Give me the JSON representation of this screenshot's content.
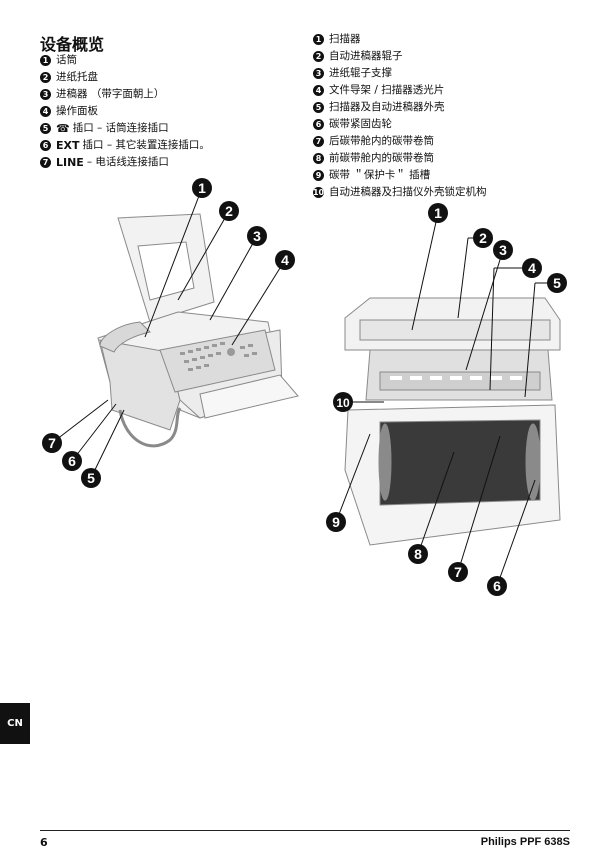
{
  "title": "设备概览",
  "left_list": [
    {
      "num": "1",
      "text": "话筒"
    },
    {
      "num": "2",
      "text": "进纸托盘"
    },
    {
      "num": "3",
      "text": "进稿器 （带字面朝上）"
    },
    {
      "num": "4",
      "text": "操作面板"
    },
    {
      "num": "5",
      "icon": "handset-icon",
      "glyph": "☎",
      "text": "插口 – 话筒连接插口"
    },
    {
      "num": "6",
      "code": "EXT",
      "text": "插口 – 其它装置连接插口。"
    },
    {
      "num": "7",
      "code": "LINE",
      "text": "– 电话线连接插口"
    }
  ],
  "right_list": [
    {
      "num": "1",
      "text": "扫描器"
    },
    {
      "num": "2",
      "text": "自动进稿器辊子"
    },
    {
      "num": "3",
      "text": "进纸辊子支撑"
    },
    {
      "num": "4",
      "text": "文件导架 / 扫描器透光片"
    },
    {
      "num": "5",
      "text": "扫描器及自动进稿器外壳"
    },
    {
      "num": "6",
      "text": "碳带紧固齿轮"
    },
    {
      "num": "7",
      "text": "后碳带舱内的碳带卷筒"
    },
    {
      "num": "8",
      "text": "前碳带舱内的碳带卷筒"
    },
    {
      "num": "9",
      "text": "碳带 ＂保护卡＂ 插槽"
    },
    {
      "num": "10",
      "text": "自动进稿器及扫描仪外壳锁定机构"
    }
  ],
  "fig1_callouts": [
    "1",
    "2",
    "3",
    "4",
    "7",
    "6",
    "5"
  ],
  "fig2_callouts": [
    "1",
    "2",
    "3",
    "4",
    "5",
    "10",
    "9",
    "8",
    "7",
    "6"
  ],
  "language_tab": "CN",
  "page_number": "6",
  "product_name": "Philips PPF 638S"
}
